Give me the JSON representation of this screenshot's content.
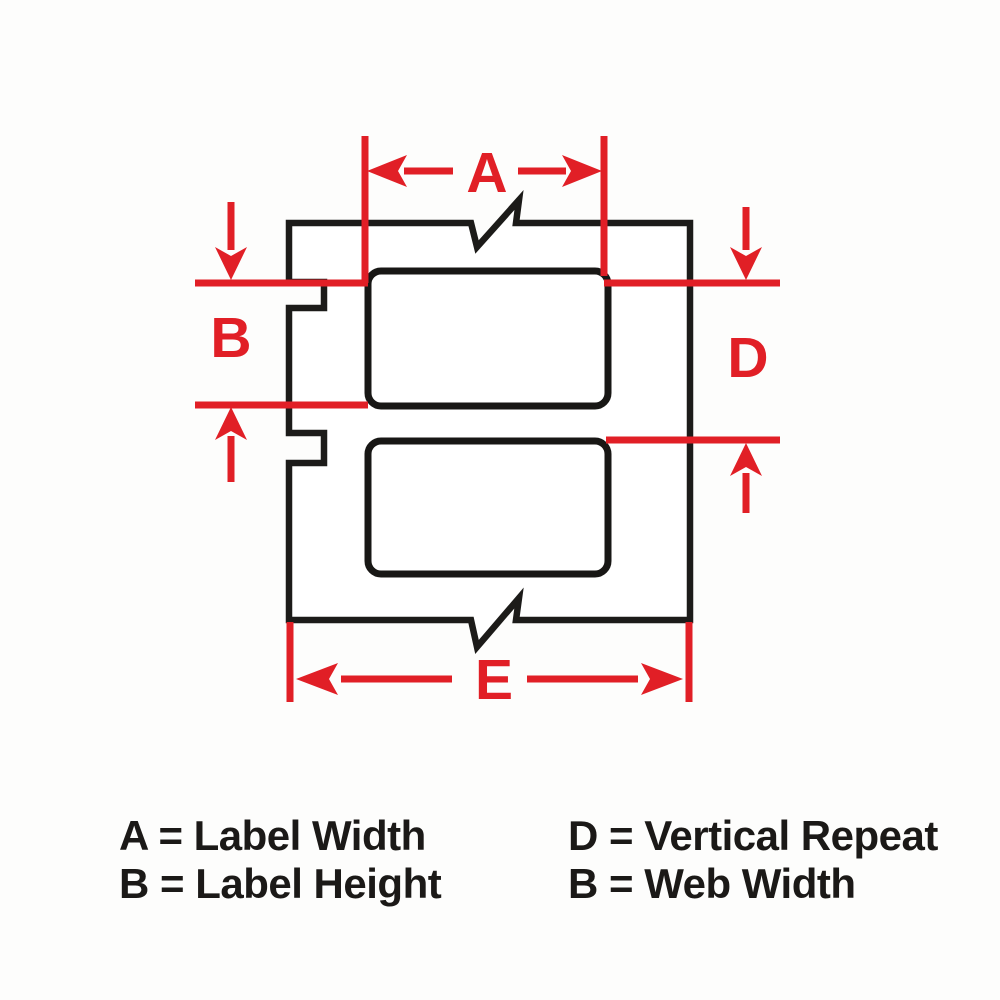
{
  "diagram": {
    "dimension_letters": {
      "a": "A",
      "b": "B",
      "d": "D",
      "e": "E"
    },
    "colors": {
      "dimension_red": "#e11f26",
      "outline_black": "#1c1b19",
      "background": "#fdfdfc"
    }
  },
  "legend": {
    "items": [
      {
        "text": "A = Label Width"
      },
      {
        "text": "B = Label Height"
      },
      {
        "text": "D = Vertical Repeat"
      },
      {
        "text": "B = Web Width"
      }
    ]
  }
}
